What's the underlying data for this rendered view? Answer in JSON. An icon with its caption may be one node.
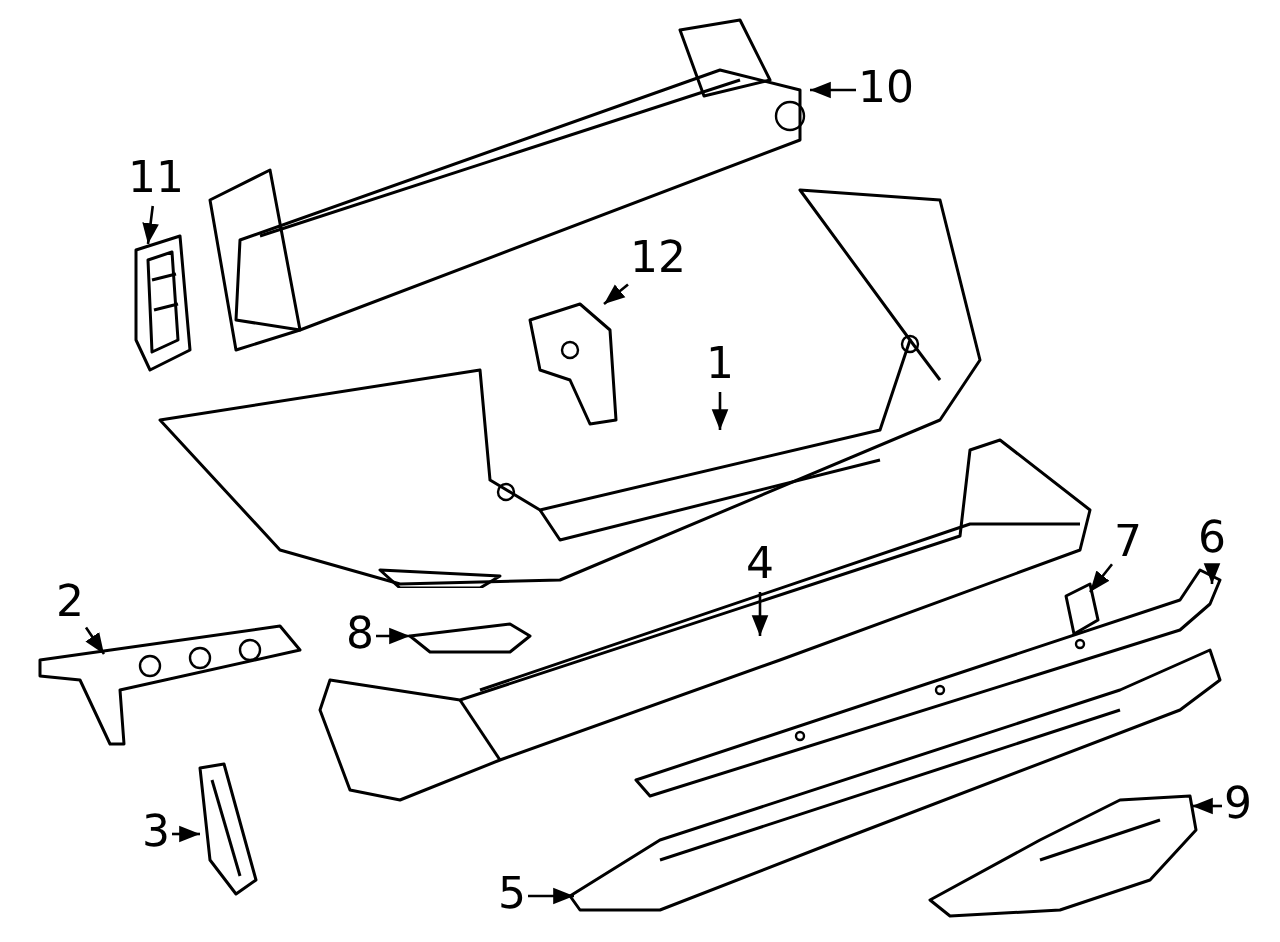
{
  "diagram": {
    "nodes": [
      {
        "text": [
          "1"
        ]
      },
      {
        "text": [
          "2"
        ]
      },
      {
        "text": [
          "3"
        ]
      },
      {
        "text": [
          "4"
        ]
      },
      {
        "text": [
          "5"
        ]
      },
      {
        "text": [
          "6"
        ]
      },
      {
        "text": [
          "7"
        ]
      },
      {
        "text": [
          "8"
        ]
      },
      {
        "text": [
          "9"
        ]
      },
      {
        "text": [
          "10"
        ]
      },
      {
        "text": [
          "11"
        ]
      },
      {
        "text": [
          "12"
        ]
      },
      {
        "text": [],
        "shape": "picture"
      },
      {
        "text": [],
        "shape": "picture"
      },
      {
        "text": [],
        "shape": "picture"
      },
      {
        "text": [],
        "shape": "picture"
      },
      {
        "text": [],
        "shape": "picture"
      },
      {
        "text": [],
        "shape": "picture"
      },
      {
        "text": [],
        "shape": "picture"
      },
      {
        "text": [],
        "shape": "picture"
      },
      {
        "text": [],
        "shape": "picture"
      },
      {
        "text": [],
        "shape": "picture"
      },
      {
        "text": [],
        "shape": "picture"
      },
      {
        "text": [],
        "shape": "picture"
      }
    ],
    "edges": [
      {
        "from": 0,
        "to": 12,
        "arrow": "to"
      },
      {
        "from": 1,
        "to": 13,
        "arrow": "to"
      },
      {
        "from": 2,
        "to": 14,
        "arrow": "to"
      },
      {
        "from": 3,
        "to": 15,
        "arrow": "to"
      },
      {
        "from": 4,
        "to": 16,
        "arrow": "to"
      },
      {
        "from": 5,
        "to": 17,
        "arrow": "to"
      },
      {
        "from": 6,
        "to": 18,
        "arrow": "to"
      },
      {
        "from": 7,
        "to": 19,
        "arrow": "to"
      },
      {
        "from": 8,
        "to": 20,
        "arrow": "to"
      },
      {
        "from": 9,
        "to": 21,
        "arrow": "to"
      },
      {
        "from": 10,
        "to": 22,
        "arrow": "to"
      },
      {
        "from": 11,
        "to": 23,
        "arrow": "to"
      }
    ]
  }
}
